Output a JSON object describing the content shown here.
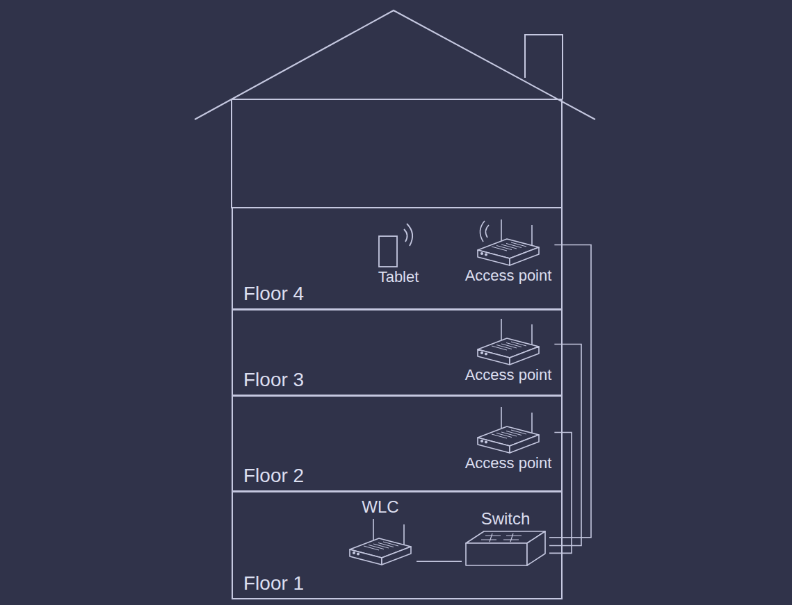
{
  "diagram": {
    "nodes": [
      {
        "text": [
          "Floor 4"
        ]
      },
      {
        "text": [
          "Tablet"
        ],
        "in": 0
      },
      {
        "text": [
          "Access point"
        ],
        "in": 0
      },
      {
        "text": [
          "Floor 3"
        ]
      },
      {
        "text": [
          "Access point"
        ],
        "in": 3
      },
      {
        "text": [
          "Floor 2"
        ]
      },
      {
        "text": [
          "Access point"
        ],
        "in": 5
      },
      {
        "text": [
          "Floor 1"
        ]
      },
      {
        "text": [
          "WLC"
        ],
        "in": 7
      },
      {
        "text": [
          "Switch"
        ],
        "in": 7
      }
    ],
    "edges": [
      {
        "from": 2,
        "to": 9,
        "arrow": "none"
      },
      {
        "from": 4,
        "to": 9,
        "arrow": "none"
      },
      {
        "from": 6,
        "to": 9,
        "arrow": "none"
      },
      {
        "from": 8,
        "to": 9,
        "arrow": "none"
      }
    ]
  }
}
